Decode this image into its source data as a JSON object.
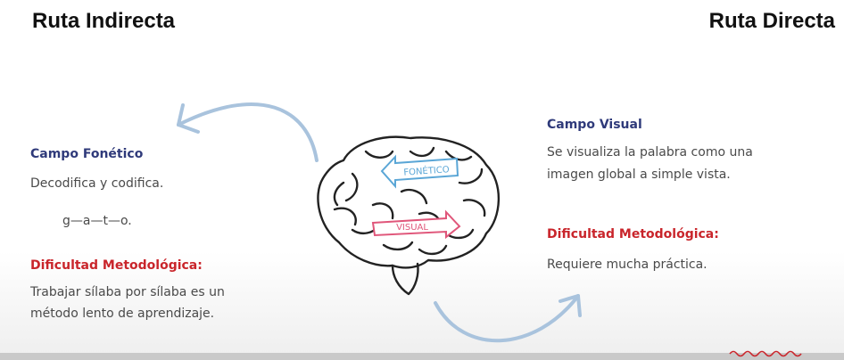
{
  "headings": {
    "left": "Ruta Indirecta",
    "right": "Ruta Directa"
  },
  "left_panel": {
    "title": "Campo Fonético",
    "text": "Decodifica y codifica.",
    "example": "g—a—t—o.",
    "difficulty_title": "Dificultad Metodológica:",
    "difficulty_line1": "Trabajar sílaba por sílaba es un",
    "difficulty_line2": "método lento de aprendizaje."
  },
  "right_panel": {
    "title": "Campo Visual",
    "text_line1": "Se visualiza la palabra como una",
    "text_line2": "imagen global a simple vista.",
    "difficulty_title": "Dificultad Metodológica:",
    "difficulty_text": "Requiere mucha práctica."
  },
  "brain": {
    "label_top": "FONÉTICO",
    "label_bottom": "VISUAL"
  },
  "colors": {
    "blue": "#2f3a7a",
    "red": "#c9252b",
    "arrow": "#a9c3dd",
    "pink": "#e0567a",
    "lightblue": "#5aa6d6"
  }
}
